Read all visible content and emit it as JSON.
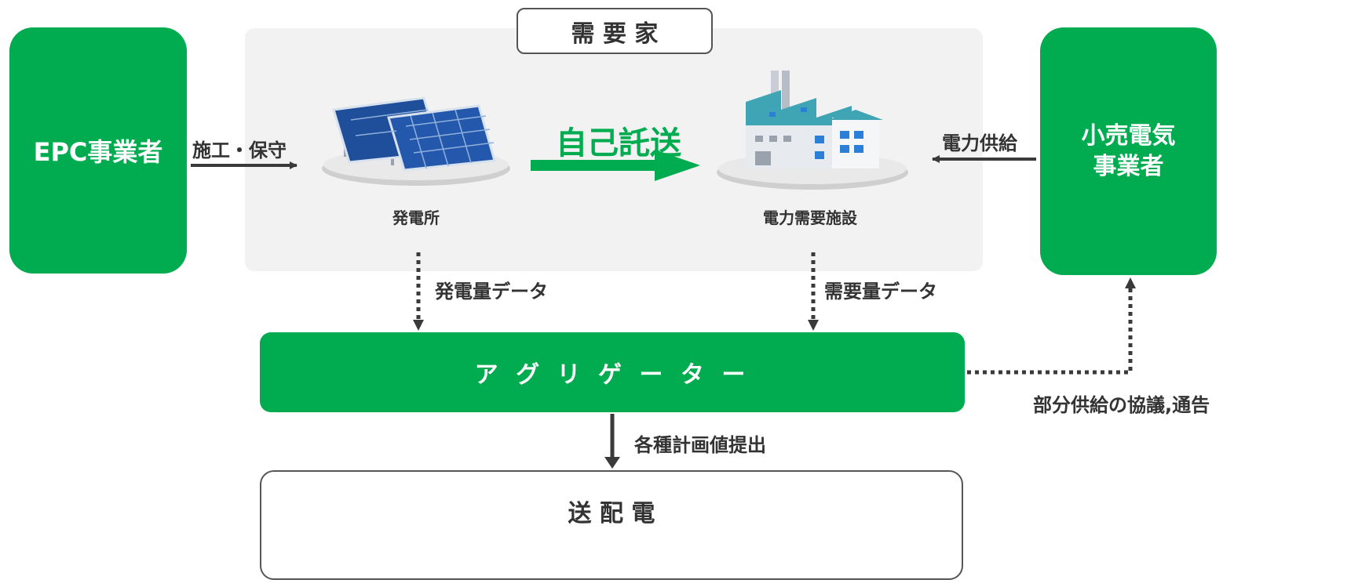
{
  "customer_area": {
    "title": "需 要 家"
  },
  "epc": {
    "label": "EPC事業者"
  },
  "retailer": {
    "line1": "小売電気",
    "line2": "事業者"
  },
  "power_plant": {
    "label": "発電所",
    "icon": "solar-panel-icon"
  },
  "facility": {
    "label": "電力需要施設",
    "icon": "factory-icon"
  },
  "self_wheeling": {
    "label": "自己託送"
  },
  "construction": {
    "label": "施工・保守"
  },
  "power_supply": {
    "label": "電力供給"
  },
  "generation_data": {
    "label": "発電量データ"
  },
  "demand_data": {
    "label": "需要量データ"
  },
  "aggregator": {
    "label": "ア グ リ ゲ ー タ ー"
  },
  "partial_supply": {
    "label": "部分供給の協議,通告"
  },
  "plans": {
    "label": "各種計画値提出"
  },
  "transmission": {
    "label": "送 配 電"
  },
  "colors": {
    "green": "#00ac4f",
    "panel_bg": "#f2f2f2",
    "arrow_dark": "#3a3a3a",
    "solar_blue": "#1f4e9a",
    "factory_teal": "#3fa5b5"
  }
}
